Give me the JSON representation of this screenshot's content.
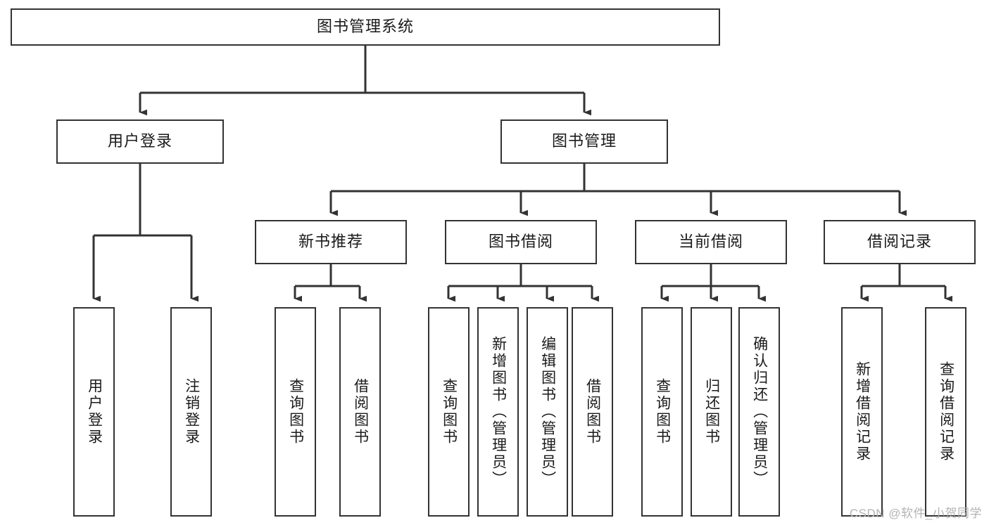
{
  "diagram": {
    "type": "tree-hierarchy",
    "title_node": "图书管理系统",
    "watermark": "CSDN @软件_小贺同学",
    "colors": {
      "box_border": "#333333",
      "box_fill": "#ffffff",
      "connector": "#333333",
      "text": "#1a1a1a",
      "watermark": "#b3b3b3"
    }
  },
  "nodes": {
    "root": {
      "label": "图书管理系统"
    },
    "level2": [
      {
        "id": "user-login",
        "label": "用户登录"
      },
      {
        "id": "book-manage",
        "label": "图书管理"
      }
    ],
    "level3": [
      {
        "id": "new-book-recommend",
        "label": "新书推荐"
      },
      {
        "id": "book-borrow",
        "label": "图书借阅"
      },
      {
        "id": "current-borrow",
        "label": "当前借阅"
      },
      {
        "id": "borrow-record",
        "label": "借阅记录"
      }
    ],
    "leaves": [
      {
        "id": "leaf-user-login",
        "label": "用户登录",
        "parent": "user-login"
      },
      {
        "id": "leaf-logout-login",
        "label": "注销登录",
        "parent": "user-login"
      },
      {
        "id": "leaf-query-book-1",
        "label": "查询图书",
        "parent": "new-book-recommend"
      },
      {
        "id": "leaf-borrow-book-1",
        "label": "借阅图书",
        "parent": "new-book-recommend"
      },
      {
        "id": "leaf-query-book-2",
        "label": "查询图书",
        "parent": "book-borrow"
      },
      {
        "id": "leaf-add-book",
        "label": "新增图书（管理员）",
        "parent": "book-borrow"
      },
      {
        "id": "leaf-edit-book",
        "label": "编辑图书（管理员）",
        "parent": "book-borrow"
      },
      {
        "id": "leaf-borrow-book-2",
        "label": "借阅图书",
        "parent": "book-borrow"
      },
      {
        "id": "leaf-query-book-3",
        "label": "查询图书",
        "parent": "current-borrow"
      },
      {
        "id": "leaf-return-book",
        "label": "归还图书",
        "parent": "current-borrow"
      },
      {
        "id": "leaf-confirm-return",
        "label": "确认归还（管理员）",
        "parent": "current-borrow"
      },
      {
        "id": "leaf-add-record",
        "label": "新增借阅记录",
        "parent": "borrow-record"
      },
      {
        "id": "leaf-query-record",
        "label": "查询借阅记录",
        "parent": "borrow-record"
      }
    ]
  }
}
